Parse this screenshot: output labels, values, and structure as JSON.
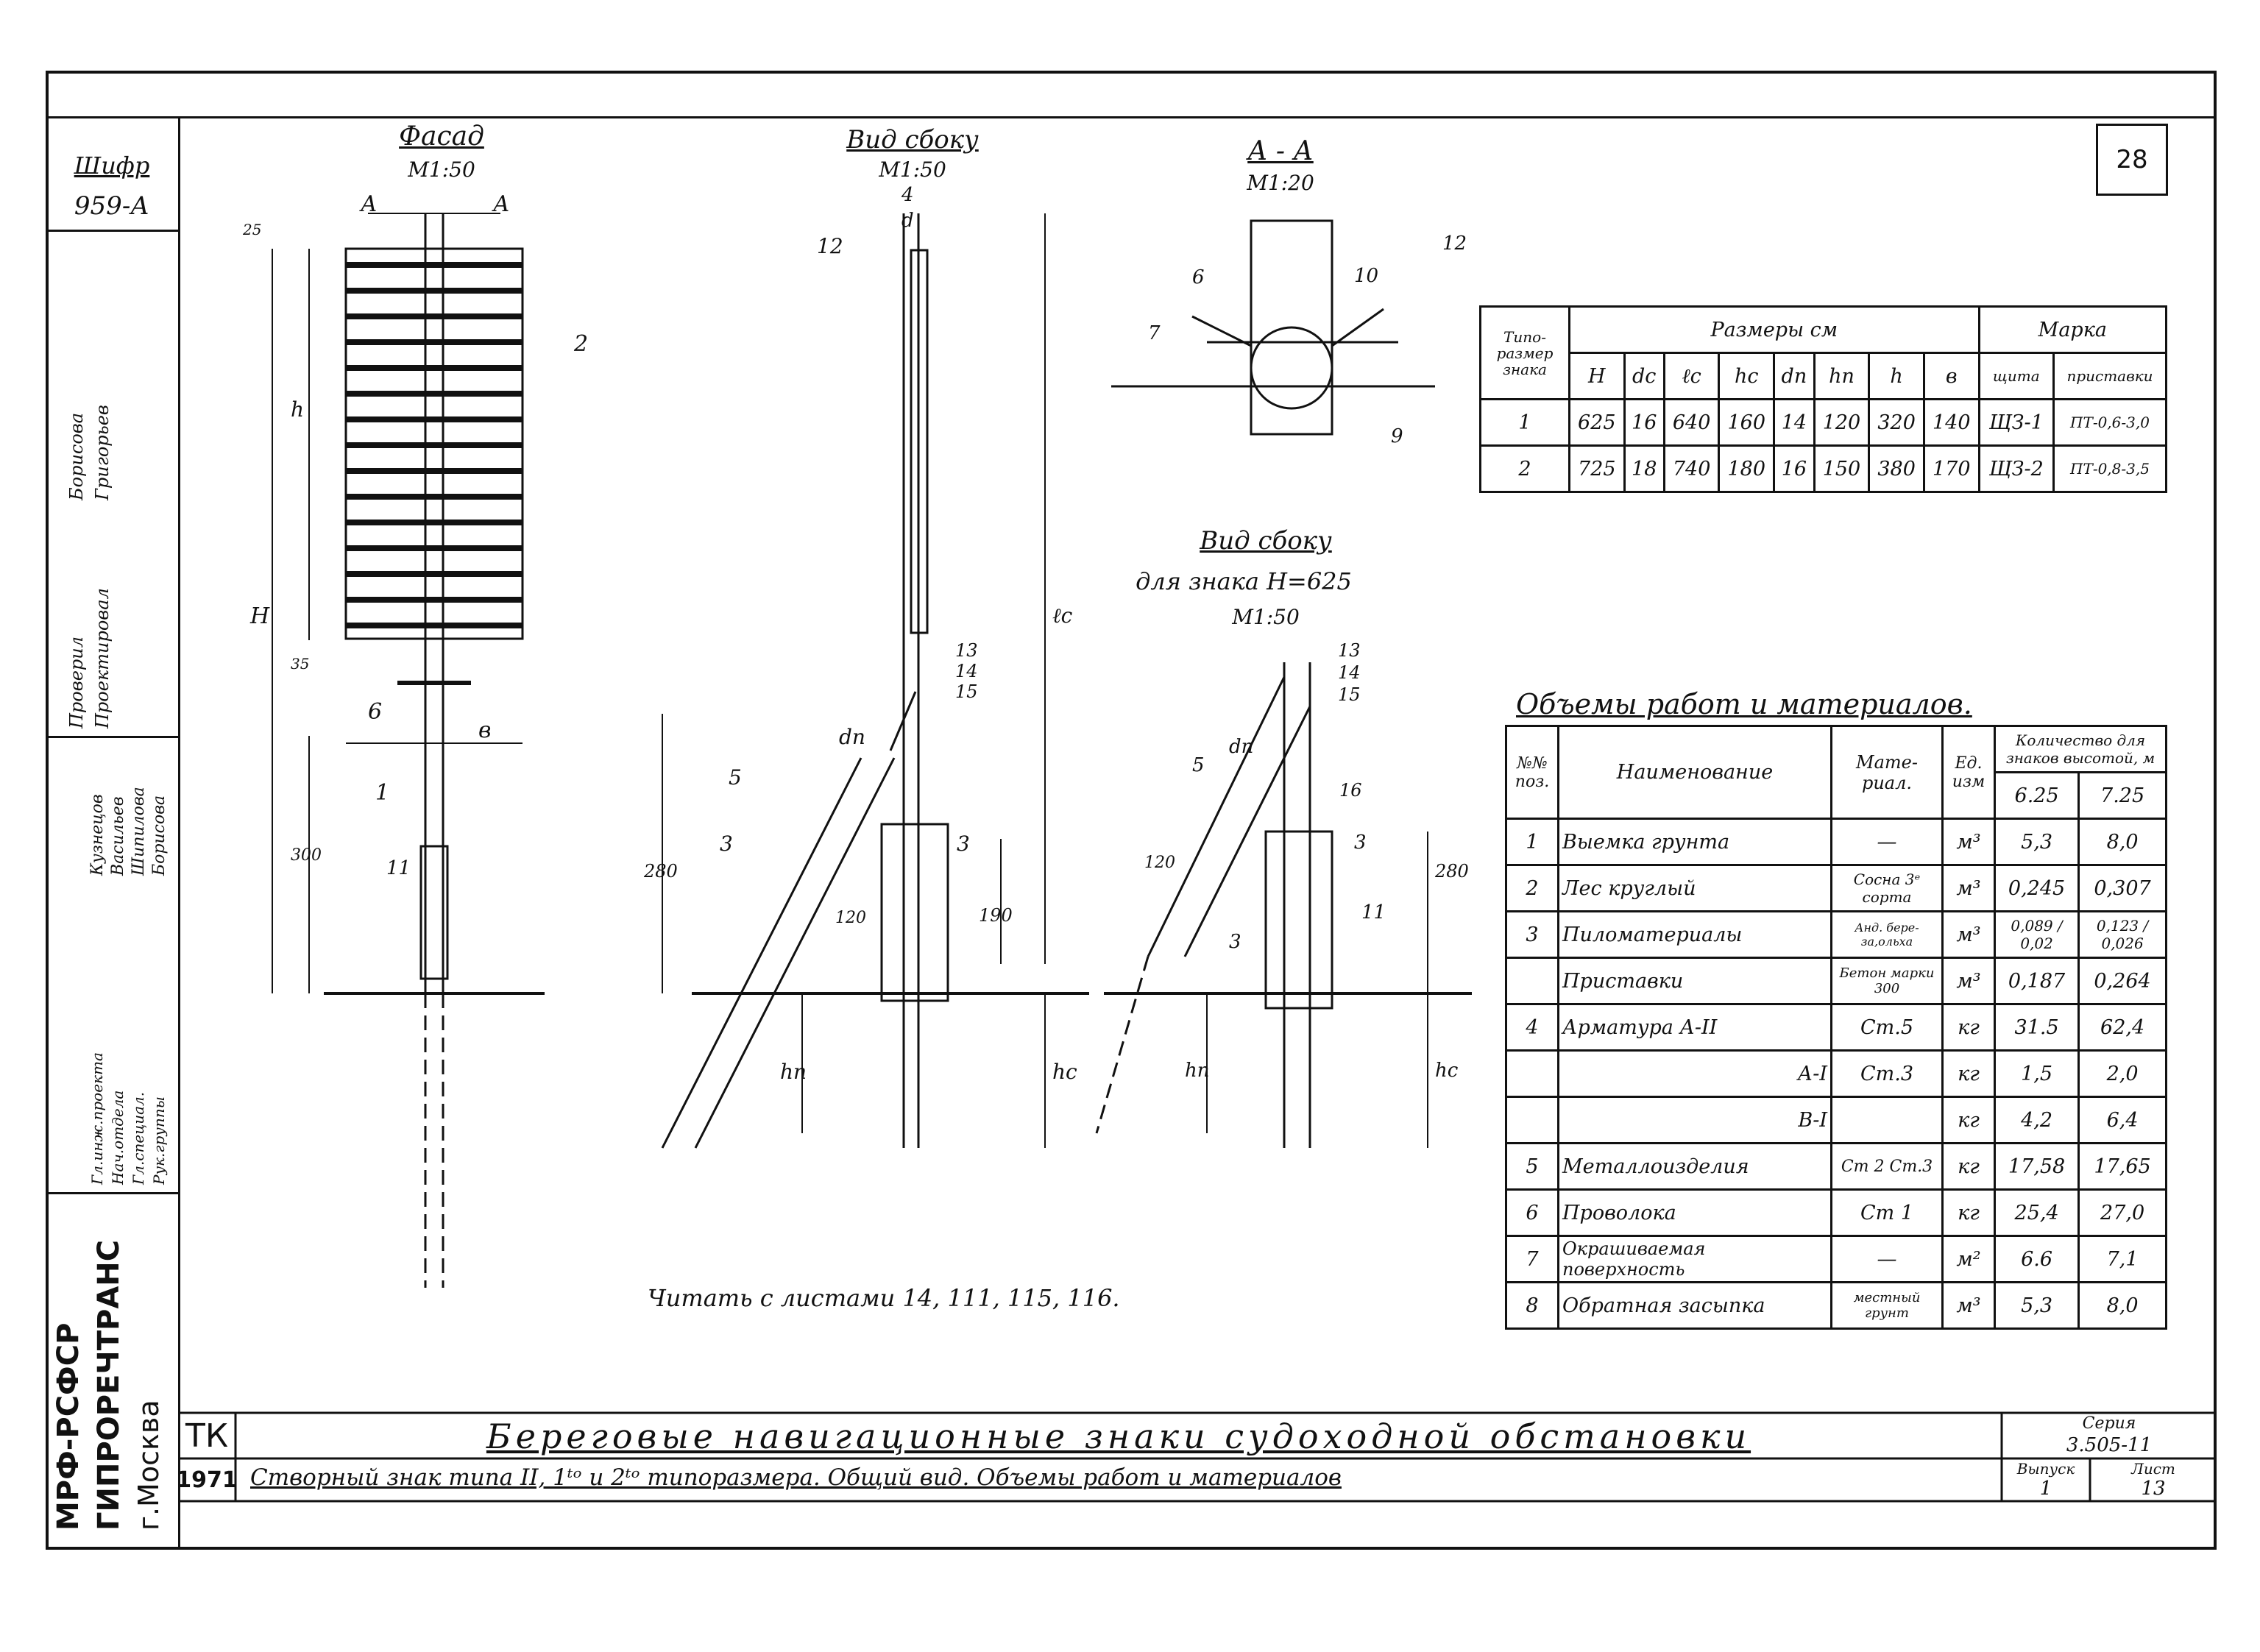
{
  "sheet": {
    "code_label": "Шифр",
    "code": "959-А",
    "sheet_number": "28",
    "note": "Читать с листами 14, 111, 115, 116."
  },
  "views": {
    "facade": {
      "title": "Фасад",
      "scale": "М1:50",
      "section_mark": "А",
      "dims": {
        "d25": "25",
        "h": "h",
        "H": "H",
        "d35": "35",
        "d300": "300",
        "b": "в"
      },
      "pos": {
        "p2": "2",
        "p6": "6",
        "p1": "1",
        "p11": "11"
      }
    },
    "side": {
      "title": "Вид сбоку",
      "scale": "М1:50",
      "pos": {
        "p4": "4",
        "d": "d",
        "p12": "12",
        "lc": "ℓc",
        "p13": "13",
        "p14": "14",
        "p15": "15",
        "dn": "dп",
        "p5": "5",
        "p3a": "3",
        "p3b": "3",
        "d280": "280",
        "d120": "120",
        "d190": "190",
        "hn": "hп",
        "hc": "hc"
      }
    },
    "section": {
      "title": "А - А",
      "scale": "М1:20",
      "pos": {
        "p6": "6",
        "p10": "10",
        "p12": "12",
        "p7": "7",
        "p9": "9"
      }
    },
    "side2": {
      "title": "Вид сбоку",
      "subtitle": "для знака Н=625",
      "scale": "М1:50",
      "pos": {
        "p13": "13",
        "p14": "14",
        "p15": "15",
        "p16": "16",
        "p5": "5",
        "dn": "dп",
        "p3a": "3",
        "p3b": "3",
        "p11": "11",
        "d120": "120",
        "d280": "280",
        "hn": "hп",
        "hc": "hc"
      }
    }
  },
  "sizes_table": {
    "h_type": "Типо-размер знака",
    "h_sizes": "Размеры см",
    "h_mark": "Марка",
    "cols": [
      "H",
      "dс",
      "ℓc",
      "hс",
      "dп",
      "hп",
      "h",
      "в",
      "щита",
      "приставки"
    ],
    "rows": [
      [
        "1",
        "625",
        "16",
        "640",
        "160",
        "14",
        "120",
        "320",
        "140",
        "ЩЗ-1",
        "ПТ-0,6-3,0"
      ],
      [
        "2",
        "725",
        "18",
        "740",
        "180",
        "16",
        "150",
        "380",
        "170",
        "ЩЗ-2",
        "ПТ-0,8-3,5"
      ]
    ]
  },
  "volumes_table": {
    "title": "Объемы работ и материалов.",
    "h_no": "№№ поз.",
    "h_name": "Наименование",
    "h_mat": "Мате-риал.",
    "h_unit": "Ед. изм",
    "h_qty": "Количество для знаков высотой, м",
    "h_q1": "6.25",
    "h_q2": "7.25",
    "rows": [
      {
        "no": "1",
        "name": "Выемка грунта",
        "mat": "—",
        "unit": "м³",
        "q1": "5,3",
        "q2": "8,0"
      },
      {
        "no": "2",
        "name": "Лес круглый",
        "mat": "Сосна 3ᵉ сорта",
        "unit": "м³",
        "q1": "0,245",
        "q2": "0,307"
      },
      {
        "no": "3",
        "name": "Пиломатериалы",
        "mat": "Анд. бере-за,ольха",
        "unit": "м³",
        "q1": "0,089 / 0,02",
        "q2": "0,123 / 0,026"
      },
      {
        "no": "",
        "name": "Приставки",
        "mat": "Бетон марки 300",
        "unit": "м³",
        "q1": "0,187",
        "q2": "0,264"
      },
      {
        "no": "4",
        "name": "Арматура А-II",
        "mat": "Ст.5",
        "unit": "кг",
        "q1": "31.5",
        "q2": "62,4"
      },
      {
        "no": "",
        "name": "А-I",
        "mat": "Ст.3",
        "unit": "кг",
        "q1": "1,5",
        "q2": "2,0"
      },
      {
        "no": "",
        "name": "В-I",
        "mat": "",
        "unit": "кг",
        "q1": "4,2",
        "q2": "6,4"
      },
      {
        "no": "5",
        "name": "Металлоизделия",
        "mat": "Ст 2 Ст.3",
        "unit": "кг",
        "q1": "17,58",
        "q2": "17,65"
      },
      {
        "no": "6",
        "name": "Проволока",
        "mat": "Ст 1",
        "unit": "кг",
        "q1": "25,4",
        "q2": "27,0"
      },
      {
        "no": "7",
        "name": "Окрашиваемая поверхность",
        "mat": "—",
        "unit": "м²",
        "q1": "6.6",
        "q2": "7,1"
      },
      {
        "no": "8",
        "name": "Обратная засыпка",
        "mat": "местный грунт",
        "unit": "м³",
        "q1": "5,3",
        "q2": "8,0"
      }
    ]
  },
  "title_block": {
    "org1": "МРФ-РСФСР",
    "org2": "ГИПРОРЕЧТРАНС",
    "org3": "г.Москва",
    "stamp": "ТК",
    "year": "1971",
    "title1": "Береговые навигационные знаки судоходной обстановки",
    "title2": "Створный знак типа II, 1ᵗᵒ и 2ᵗᵒ типоразмера. Общий вид. Объемы работ и материалов",
    "series_label": "Серия",
    "series": "3.505-11",
    "issue_label": "Выпуск",
    "issue": "1",
    "sheet_label": "Лист",
    "sheet": "13"
  },
  "sign_block": [
    {
      "role": "Гл.инж.проекта",
      "name": "Кузнецов"
    },
    {
      "role": "Нач.отдела",
      "name": "Васильев"
    },
    {
      "role": "Гл.специал.",
      "name": "Шипилова"
    },
    {
      "role": "Рук.группы",
      "name": "Борисова"
    },
    {
      "role": "Проверил",
      "name": "Борисова"
    },
    {
      "role": "Проектировал",
      "name": "Григорьев"
    }
  ]
}
